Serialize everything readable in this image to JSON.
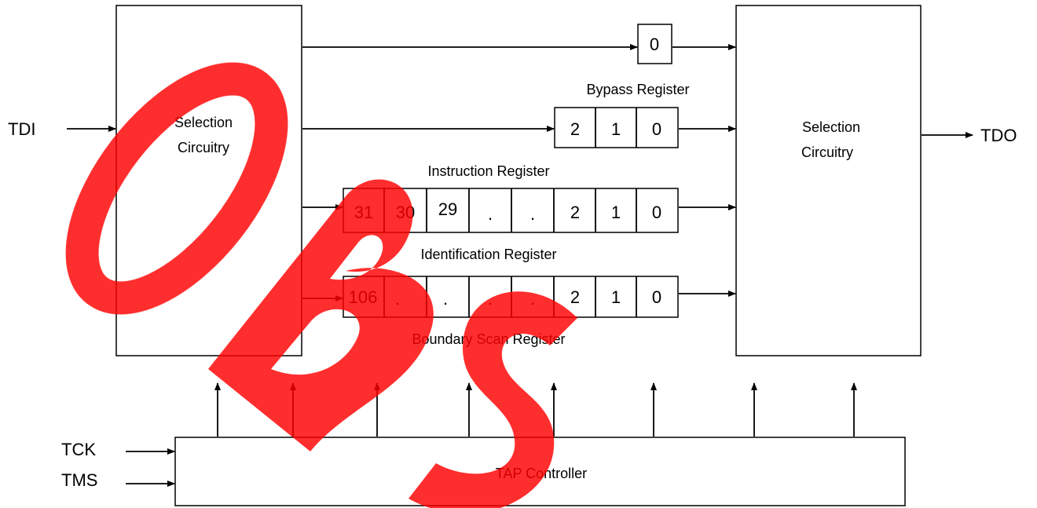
{
  "signals": {
    "tdi": "TDI",
    "tdo": "TDO",
    "tck": "TCK",
    "tms": "TMS"
  },
  "blocks": {
    "left_selection": {
      "line1": "Selection",
      "line2": "Circuitry"
    },
    "right_selection": {
      "line1": "Selection",
      "line2": "Circuitry"
    },
    "tap": "TAP Controller"
  },
  "registers": {
    "top_cell": "0",
    "bypass": {
      "label": "Bypass Register",
      "cells": [
        "2",
        "1",
        "0"
      ]
    },
    "instruction": {
      "label": "Instruction Register",
      "cells": [
        "31",
        "30",
        "29",
        ".",
        ".",
        "2",
        "1",
        "0"
      ]
    },
    "identification": {
      "label": "Identification Register",
      "cells": [
        "106",
        ".",
        ".",
        ".",
        ".",
        "2",
        "1",
        "0"
      ]
    },
    "boundary_label": "Boundary Scan Register"
  },
  "watermark": {
    "text": "OBS",
    "color": "#ff0000"
  }
}
